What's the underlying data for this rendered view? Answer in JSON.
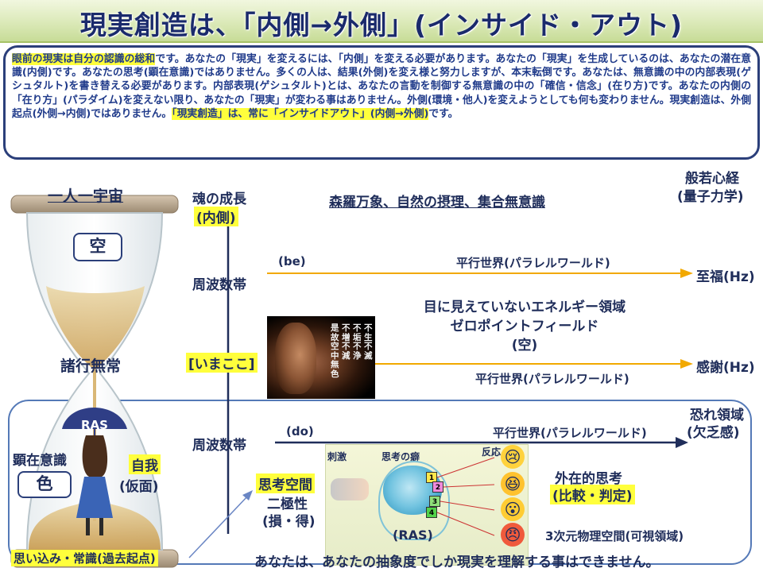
{
  "title": "現実創造は、「内側→外側」(インサイド・アウト)",
  "intro": {
    "seg1_hl": "眼前の現実は自分の認識の総和",
    "seg2": "です。あなたの「現実」を変えるには、「内側」を変える必要があります。あなたの「現実」を生成しているのは、あなたの潜在意識(内側)です。あなたの思考(顕在意識)ではありません。多くの人は、結果(外側)を変え様と努力しますが、本末転倒です。あなたは、無意識の中の内部表現(ゲシュタルト)を書き替える必要があります。内部表現(ゲシュタルト)とは、あなたの言動を制御する無意識の中の「確信・信念」(在り方)です。あなたの内側の「在り方」(パラダイム)を変えない限り、あなたの「現実」が変わる事はありません。外側(環境・他人)を変えようとしても何も変わりません。現実創造は、外側起点(外側→内側)ではありません。",
    "seg3_hl": "「現実創造」は、常に「インサイドアウト」(内側→外側)",
    "seg4": "です。"
  },
  "left": {
    "universe": "一人一宇宙",
    "void": "空",
    "impermanence": "諸行無常",
    "ras": "RAS",
    "conscious": "顕在意識",
    "form": "色",
    "ego": "自我",
    "mask": "(仮面)",
    "assumption": "思い込み・常識(過去起点)"
  },
  "axis": {
    "soul_growth": "魂の成長",
    "inner": "(内側)",
    "frequency_top": "周波数帯",
    "now_here": "[いまここ]",
    "frequency_bottom": "周波数帯"
  },
  "top": {
    "cosmos": "森羅万象、自然の摂理、集合無意識",
    "heart_sutra": "般若心経",
    "quantum": "(量子力学)"
  },
  "bands": {
    "be": "(be)",
    "parallel1": "平行世界(パラレルワールド)",
    "bliss": "至福(Hz)",
    "invisible": "目に見えていないエネルギー領域",
    "zeropoint": "ゼロポイントフィールド",
    "void": "(空)",
    "gratitude": "感謝(Hz)",
    "parallel2": "平行世界(パラレルワールド)",
    "do": "(do)",
    "parallel3": "平行世界(パラレルワールド)",
    "fear": "恐れ領域",
    "lack": "(欠乏感)"
  },
  "thought": {
    "space": "思考空間",
    "duality": "二極性",
    "loss_gain": "(損・得)"
  },
  "ras_diagram": {
    "stimulus": "刺激",
    "habit": "思考の癖",
    "reaction": "反応",
    "ras_label": "(RAS)",
    "n1": "1",
    "n2": "2",
    "n3": "3",
    "n4": "4"
  },
  "right": {
    "external": "外在的思考",
    "compare": "(比較・判定)",
    "physical": "3次元物理空間(可視領域)"
  },
  "sutra": {
    "c1": "不生不滅",
    "c2": "不垢不浄",
    "c3": "不増不減",
    "c4": "是故空中無色"
  },
  "footer": "あなたは、あなたの抽象度でしか現実を理解する事はできません。",
  "colors": {
    "navy": "#1f2d5a",
    "highlight": "#ffff3c",
    "arrow_gold": "#f2a900",
    "arrow_navy": "#1f2d5a",
    "frame_blue": "#5479b7"
  }
}
